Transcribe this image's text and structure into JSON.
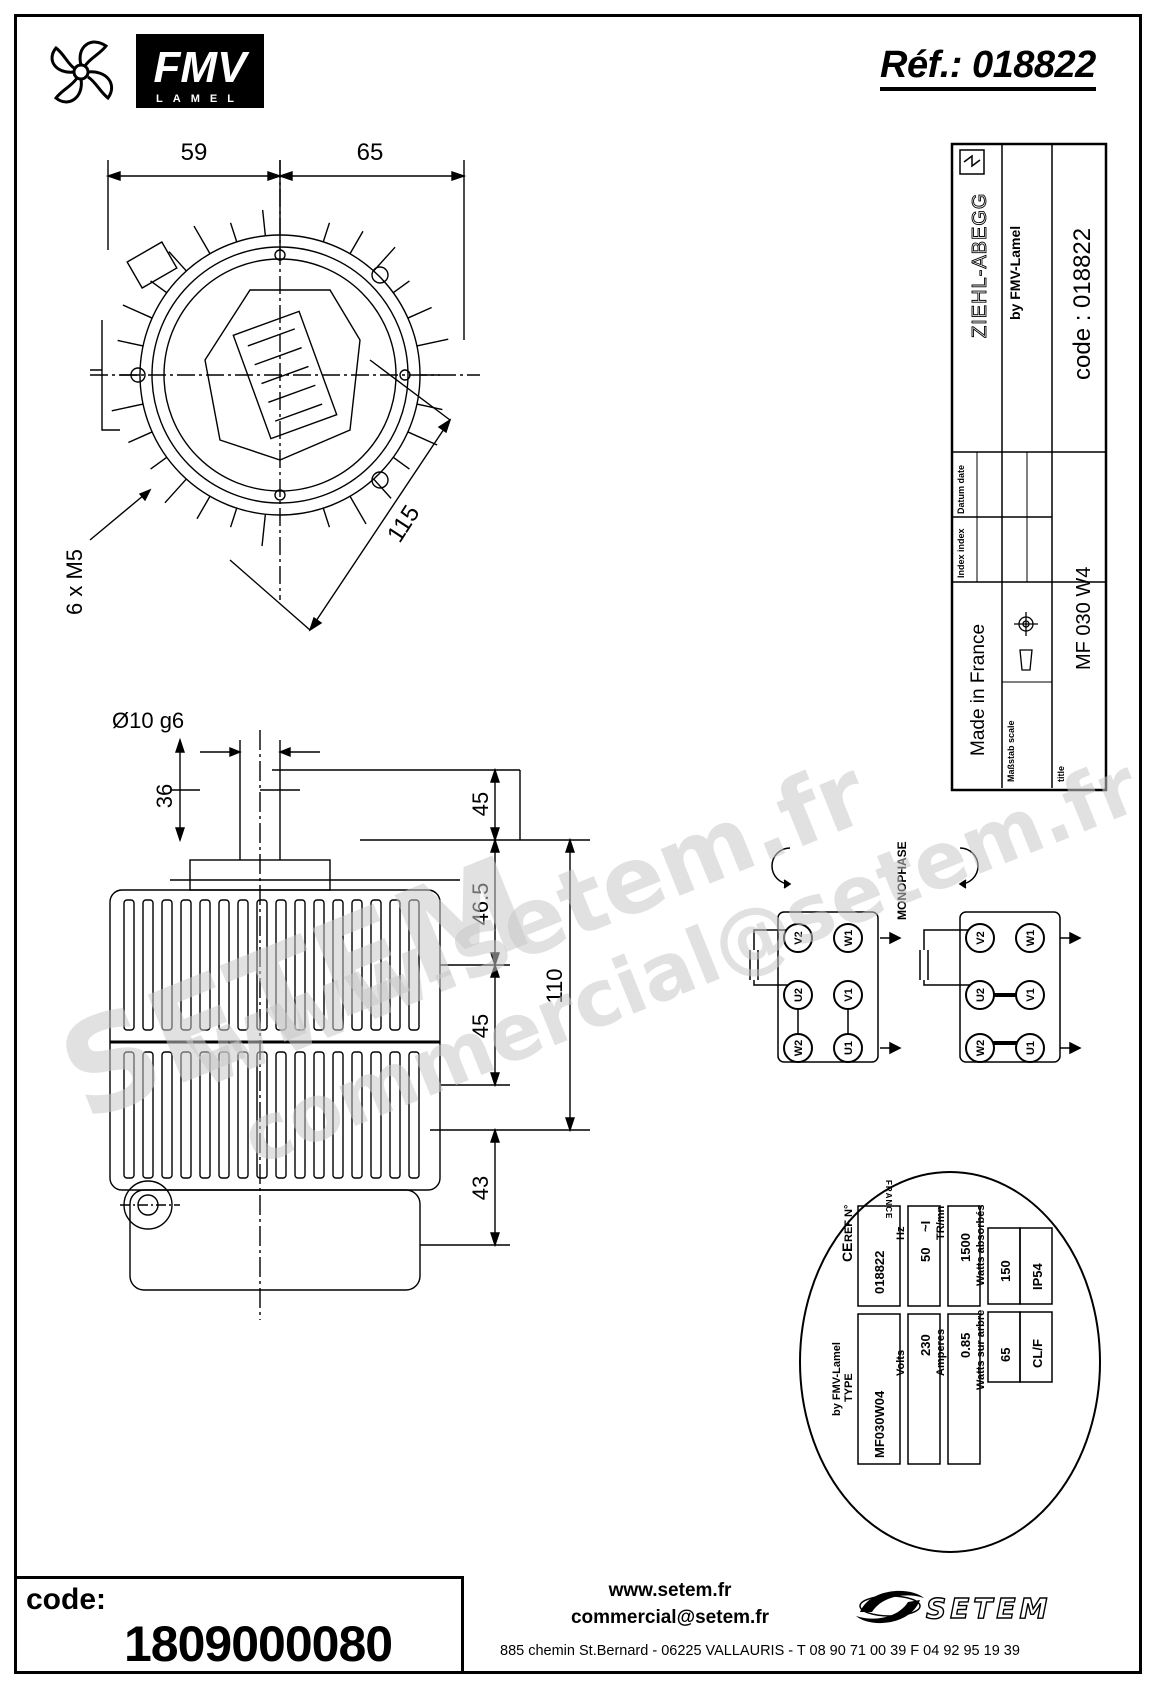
{
  "header": {
    "brand": "FMV",
    "brand_sub": "LAMEL",
    "reference": "Réf.: 018822"
  },
  "title_block": {
    "manufacturer": "ZIEHL-ABEGG",
    "by_line": "by FMV-Lamel",
    "code_line": "code : 018822",
    "datum_label": "Datum date",
    "index_label": "Index index",
    "origin": "Made in France",
    "scale_label": "Maßstab scale",
    "title_label": "title",
    "title_value": "MF 030 W4"
  },
  "top_view": {
    "dim_left": "59",
    "dim_right": "65",
    "dim_diag": "115",
    "hole_label": "6 x M5"
  },
  "side_view": {
    "shaft_label": "Ø10  g6",
    "dim_36": "36",
    "dim_45_top": "45",
    "dim_46_5": "46.5",
    "dim_45_mid": "45",
    "dim_110": "110",
    "dim_43": "43"
  },
  "wiring": {
    "mode_label": "MONOPHASE",
    "terminals": [
      "V2",
      "W1",
      "U2",
      "V1",
      "W2",
      "U1"
    ]
  },
  "nameplate": {
    "by_line": "by FMV-Lamel",
    "ce": "CE",
    "france": "FRANCE",
    "type_label": "TYPE",
    "type_value": "MF030W04",
    "ref_label": "REF N°",
    "ref_value": "018822",
    "volts_label": "Volts",
    "volts_value": "230",
    "hz_label": "Hz",
    "hz_value": "50",
    "phase_value": "~I",
    "amperes_label": "Amperes",
    "amperes_value": "0.85",
    "rpm_label": "TR/mn",
    "rpm_value": "1500",
    "shaft_watts_label": "Watts sur arbre",
    "shaft_watts_value": "65",
    "absorbed_watts_label": "Watts absorbés",
    "absorbed_watts_value": "150",
    "insulation_class": "CL/F",
    "protection": "IP54"
  },
  "footer": {
    "code_label": "code:",
    "code_value": "1809000080",
    "website": "www.setem.fr",
    "email": "commercial@setem.fr",
    "address": "885 chemin St.Bernard  -  06225 VALLAURIS  -  T 08 90 71 00 39   F 04 92 95 19 39",
    "company": "SETEM"
  },
  "watermark": {
    "site": "www.setem.fr",
    "company": "SETEM",
    "email": "commercial@setem.fr"
  },
  "colors": {
    "ink": "#000000",
    "watermark": "#c8c8c8",
    "paper": "#ffffff"
  }
}
